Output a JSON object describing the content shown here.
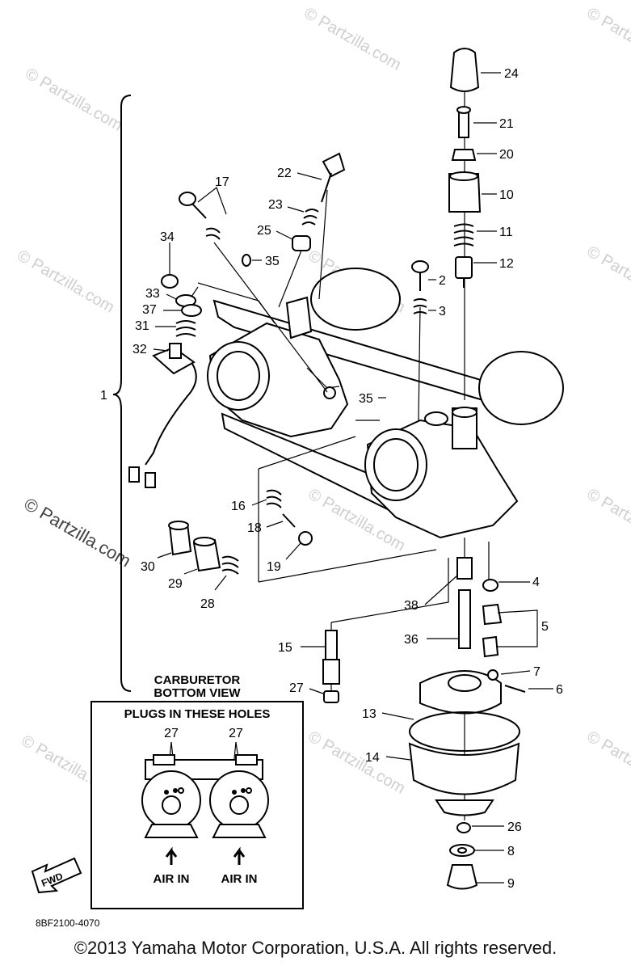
{
  "watermark": {
    "text": "© Partzilla.com",
    "main_text": "© Partzilla.com"
  },
  "callouts": [
    "24",
    "21",
    "20",
    "10",
    "11",
    "12",
    "2",
    "3",
    "22",
    "23",
    "25",
    "35",
    "17",
    "34",
    "33",
    "37",
    "31",
    "32",
    "1",
    "35",
    "16",
    "18",
    "19",
    "30",
    "29",
    "28",
    "4",
    "38",
    "5",
    "36",
    "15",
    "7",
    "6",
    "27",
    "13",
    "14",
    "26",
    "8",
    "9"
  ],
  "inset": {
    "title_line1": "CARBURETOR",
    "title_line2": "BOTTOM VIEW",
    "header": "PLUGS IN THESE HOLES",
    "plug_label_left": "27",
    "plug_label_right": "27",
    "air_left": "AIR IN",
    "air_right": "AIR IN"
  },
  "fwd_label": "FWD",
  "diagram_code": "8BF2100-4070",
  "copyright": "©2013  Yamaha Motor Corporation, U.S.A. All rights reserved."
}
